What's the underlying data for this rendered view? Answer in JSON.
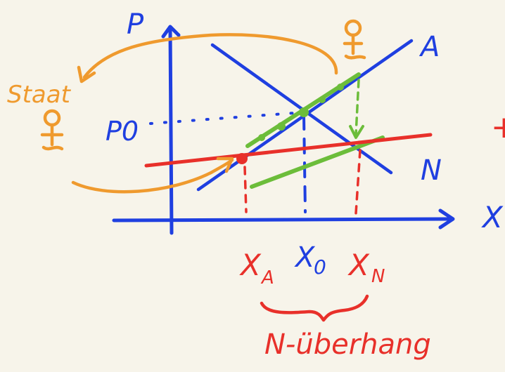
{
  "labels": {
    "y_axis": "P",
    "x_axis": "X",
    "p0": "P0",
    "supply": "A",
    "demand": "N",
    "staat": "Staat",
    "x_a": "X",
    "x_a_sub": "A",
    "x_0": "X",
    "x_0_sub": "0",
    "x_n": "X",
    "x_n_sub": "N",
    "surplus": "N-überhang",
    "cut_right": "+"
  },
  "colors": {
    "blue": "#1f3fe0",
    "red": "#e8302a",
    "green": "#6cbd3a",
    "orange": "#ef9a2e",
    "background": "#f7f4ea"
  },
  "icons": {
    "female_symbol_top": "female-symbol",
    "female_symbol_left": "female-symbol"
  }
}
